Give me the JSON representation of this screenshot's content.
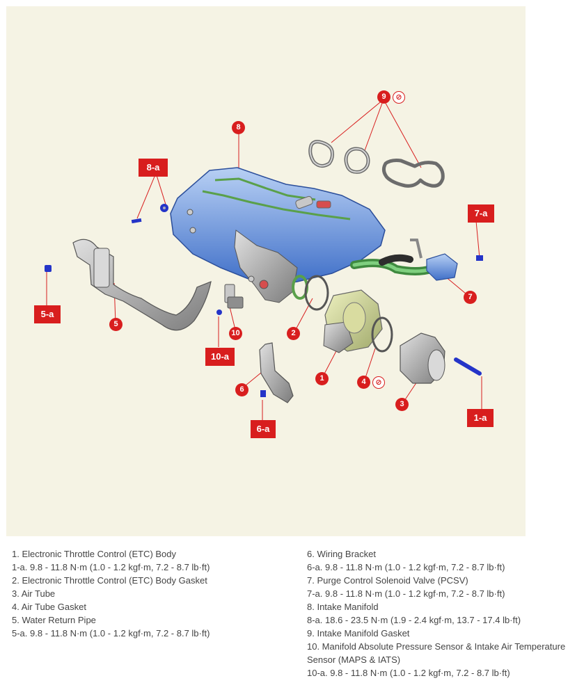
{
  "callouts": {
    "c1": "1",
    "c1a": "1-a",
    "c2": "2",
    "c3": "3",
    "c4": "4",
    "c5": "5",
    "c5a": "5-a",
    "c6": "6",
    "c6a": "6-a",
    "c7": "7",
    "c7a": "7-a",
    "c8": "8",
    "c8a": "8-a",
    "c9": "9",
    "c10": "10",
    "c10a": "10-a"
  },
  "legend_left": [
    "1. Electronic Throttle Control (ETC) Body",
    "1-a. 9.8 - 11.8 N·m (1.0 - 1.2 kgf·m, 7.2 - 8.7 lb·ft)",
    "2. Electronic Throttle Control (ETC) Body Gasket",
    "3. Air Tube",
    "4. Air Tube Gasket",
    "5. Water Return Pipe",
    "5-a. 9.8 - 11.8 N·m (1.0 - 1.2 kgf·m, 7.2 - 8.7 lb·ft)"
  ],
  "legend_right": [
    "6. Wiring Bracket",
    "6-a. 9.8 - 11.8 N·m (1.0 - 1.2 kgf·m, 7.2 - 8.7 lb·ft)",
    "7. Purge Control Solenoid Valve (PCSV)",
    "7-a. 9.8 - 11.8 N·m (1.0 - 1.2 kgf·m, 7.2 - 8.7 lb·ft)",
    "8. Intake Manifold",
    "8-a. 18.6 - 23.5 N·m (1.9 - 2.4 kgf·m, 13.7 - 17.4 lb·ft)",
    "9. Intake Manifold Gasket",
    "10. Manifold Absolute Pressure Sensor & Intake Air Temperature Sensor (MAPS & IATS)",
    "10-a. 9.8 - 11.8 N·m (1.0 - 1.2 kgf·m, 7.2 - 8.7 lb·ft)"
  ],
  "colors": {
    "callout_red": "#d81e1e",
    "figure_bg": "#f5f3e4",
    "manifold_blue": "#6f9fe0",
    "bolt_blue": "#2434c8"
  },
  "icons": {
    "no_reuse": "no-reuse-icon"
  }
}
